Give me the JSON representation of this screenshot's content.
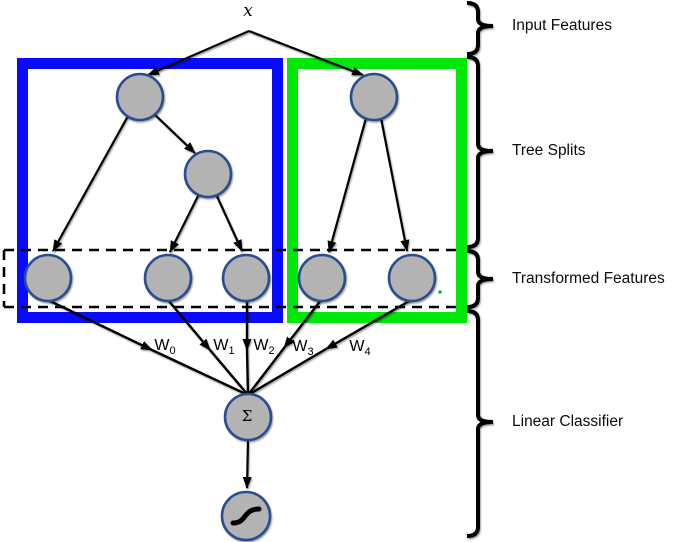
{
  "diagram": {
    "input_label": "x",
    "sum_label": "Σ",
    "weights": [
      {
        "base": "W",
        "sub": "0"
      },
      {
        "base": "W",
        "sub": "1"
      },
      {
        "base": "W",
        "sub": "2"
      },
      {
        "base": "W",
        "sub": "3"
      },
      {
        "base": "W",
        "sub": "4"
      }
    ],
    "annotations": [
      {
        "label": "Input Features"
      },
      {
        "label": "Tree Splits"
      },
      {
        "label": "Transformed Features"
      },
      {
        "label": "Linear Classifier"
      }
    ],
    "colors": {
      "tree1_box": "#0a0aff",
      "tree2_box": "#00e80a",
      "node_fill": "#b3b3b3",
      "node_stroke": "#2a4d8f",
      "line": "#000000"
    }
  }
}
